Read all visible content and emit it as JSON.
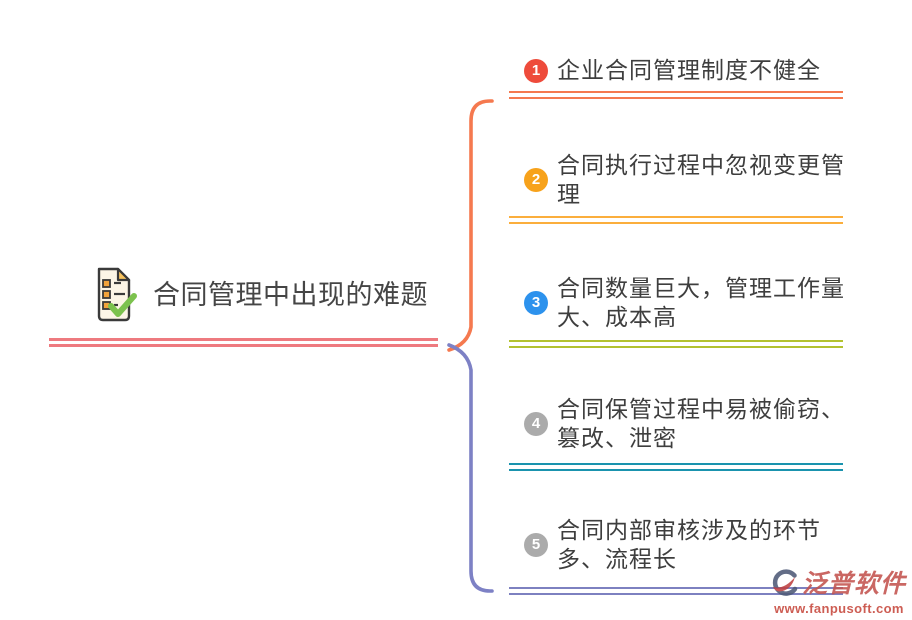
{
  "central_topic": {
    "title": "合同管理中出现的难题",
    "icon": "document-checklist-icon",
    "underline_color": "#EE7A7F"
  },
  "branches": [
    {
      "number": "1",
      "label": "企业合同管理制度不健全",
      "badge_color": "#EE4B3B",
      "line_color": "#F5794F"
    },
    {
      "number": "2",
      "label": "合同执行过程中忽视变更管理",
      "badge_color": "#F7A21B",
      "line_color": "#FBAE3C"
    },
    {
      "number": "3",
      "label": "合同数量巨大，管理工作量大、成本高",
      "badge_color": "#2D92ED",
      "line_color": "#B3C230"
    },
    {
      "number": "4",
      "label": "合同保管过程中易被偷窃、篡改、泄密",
      "badge_color": "#ABABAB",
      "line_color": "#1A93AE"
    },
    {
      "number": "5",
      "label": "合同内部审核涉及的环节多、流程长",
      "badge_color": "#ABABAB",
      "line_color": "#7D81C0"
    }
  ],
  "connectors": {
    "upper_color": "#F5794F",
    "lower_color": "#7D81C5"
  },
  "watermark": {
    "brand": "泛普软件",
    "url": "www.fanpusoft.com",
    "brand_color": "#C3534E",
    "url_color": "#C7473C"
  }
}
